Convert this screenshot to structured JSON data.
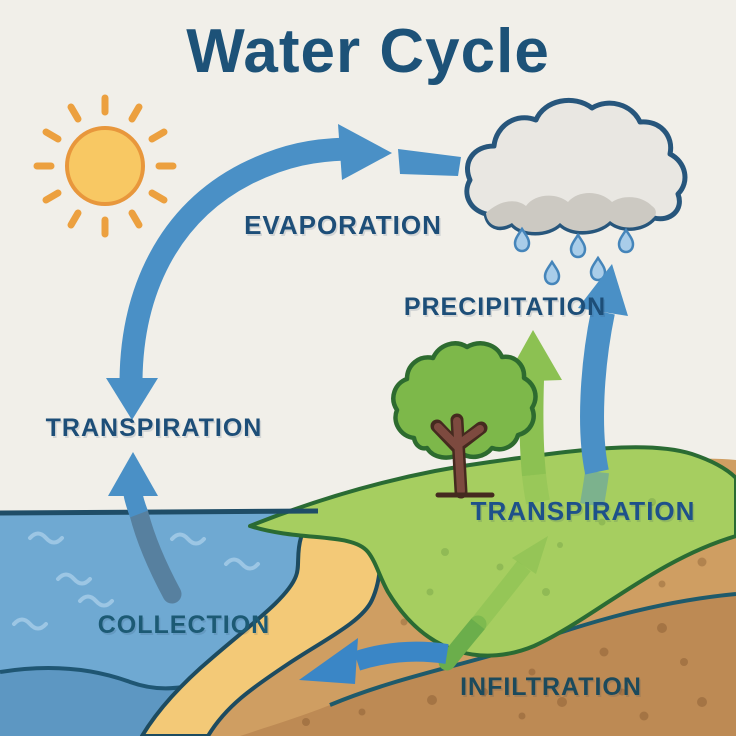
{
  "title": "Water Cycle",
  "diagram": {
    "type": "cycle",
    "subject": "water-cycle",
    "labels": {
      "evaporation": "EVAPORATION",
      "precipitation": "PRECIPITATION",
      "transpiration_left": "TRANSPIRATION",
      "transpiration_right": "TRANSPIRATION",
      "collection": "COLLECTION",
      "infiltration": "INFILTRATION"
    },
    "stages": [
      {
        "name": "Evaporation",
        "from": "water",
        "to": "cloud",
        "arrow": "curved-up-right",
        "color": "#4a90c6"
      },
      {
        "name": "Precipitation",
        "from": "cloud",
        "to": "ground",
        "arrow": "raindrops + up-arrow",
        "color": "#4a90c6"
      },
      {
        "name": "Transpiration (left)",
        "from": "collection",
        "to": "sky",
        "arrow": "up",
        "color": "#4a90c6"
      },
      {
        "name": "Transpiration (right)",
        "from": "tree/hill",
        "to": "sky",
        "arrow": "green-up",
        "color": "#8cc152"
      },
      {
        "name": "Collection",
        "from": "precipitation",
        "to": "water-body",
        "arrow": "up-from-water",
        "color": "#4a90c6"
      },
      {
        "name": "Infiltration",
        "from": "soil",
        "to": "water-body",
        "arrow": "left",
        "color": "#3a86c6"
      }
    ],
    "scene_elements": [
      "sun",
      "cloud",
      "raindrops x5",
      "tree",
      "green hill",
      "water body with waves",
      "sand beach",
      "soil layers"
    ]
  },
  "colors": {
    "background": "#f1efe9",
    "title_text": "#1d5278",
    "label_text": "#1d4e78",
    "arrow_blue": "#4a90c6",
    "arrow_green": "#8cc152",
    "sun": "#f8c863",
    "sun_rays": "#eca03f",
    "cloud_fill": "#e9e7e2",
    "cloud_outline": "#27567c",
    "water": "#6fa9d2",
    "sand": "#f3c977",
    "hill_green": "#a6ce60",
    "soil_upper": "#cf9e62",
    "soil_lower": "#bd8a54"
  }
}
